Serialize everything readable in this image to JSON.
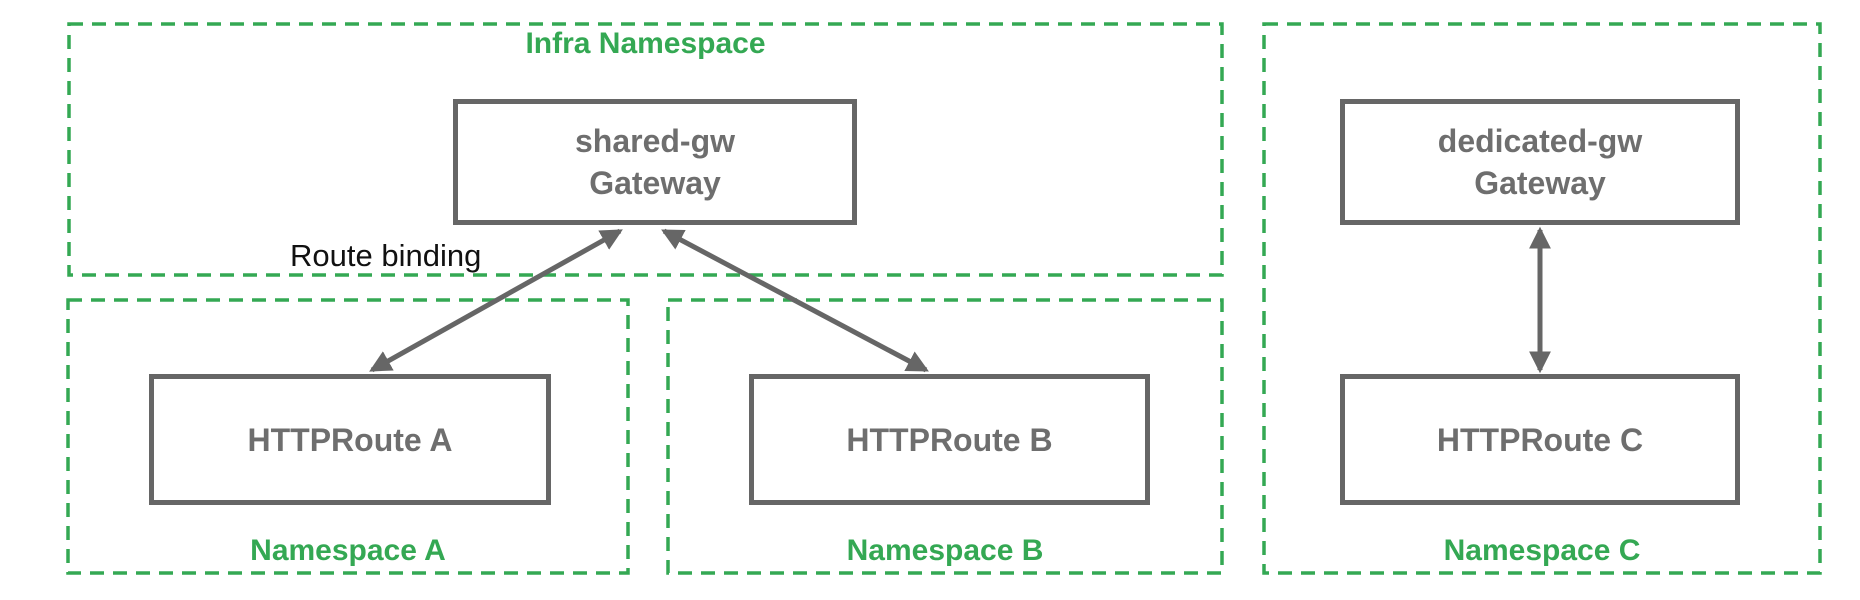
{
  "colors": {
    "namespace_green": "#34A853",
    "node_border_gray": "#666666",
    "node_text_gray": "#6E6E6E",
    "arrow_gray": "#666666",
    "edge_label_black": "#111111",
    "background": "#FFFFFF"
  },
  "infra_namespace": {
    "label": "Infra Namespace",
    "gateway": {
      "line1": "shared-gw",
      "line2": "Gateway"
    }
  },
  "namespace_a": {
    "label": "Namespace A",
    "httproute": "HTTPRoute A"
  },
  "namespace_b": {
    "label": "Namespace B",
    "httproute": "HTTPRoute B"
  },
  "namespace_c": {
    "label": "Namespace C",
    "gateway": {
      "line1": "dedicated-gw",
      "line2": "Gateway"
    },
    "httproute": "HTTPRoute C"
  },
  "annotations": {
    "route_binding": "Route binding"
  }
}
